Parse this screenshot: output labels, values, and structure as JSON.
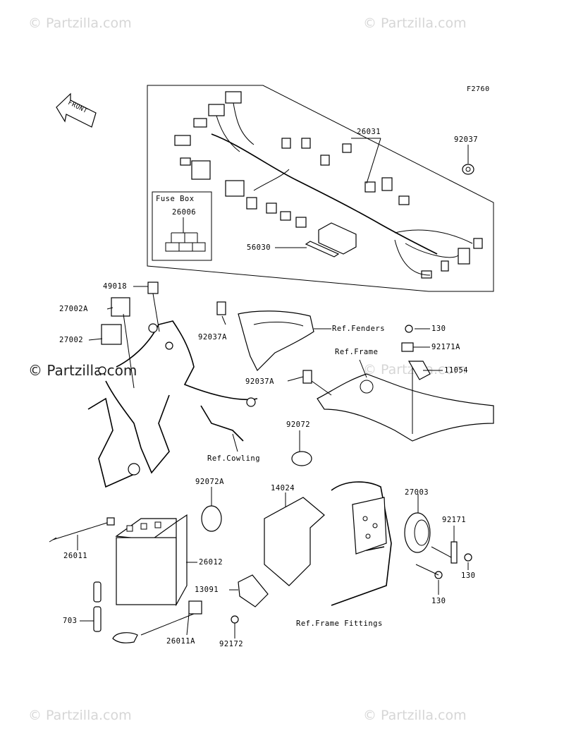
{
  "figure_id": "F2760",
  "front_label": "FRONT",
  "watermarks": {
    "light": "© Partzilla.com",
    "dark": "© Partzilla.com"
  },
  "fuse_box": {
    "title": "Fuse Box",
    "part": "26006"
  },
  "labels": {
    "p26031": "26031",
    "p92037": "92037",
    "p56030": "56030",
    "p49018": "49018",
    "p27002A": "27002A",
    "p27002": "27002",
    "p92037A_1": "92037A",
    "ref_fenders": "Ref.Fenders",
    "p130_1": "130",
    "ref_frame": "Ref.Frame",
    "p92171A": "92171A",
    "p11054": "11054",
    "p92037A_2": "92037A",
    "p92072": "92072",
    "ref_cowling": "Ref.Cowling",
    "p92072A": "92072A",
    "p14024": "14024",
    "p27003": "27003",
    "p92171": "92171",
    "p26011": "26011",
    "p26012": "26012",
    "p130_2": "130",
    "p13091": "13091",
    "p130_3": "130",
    "p703": "703",
    "ref_frame_fittings": "Ref.Frame Fittings",
    "p26011A": "26011A",
    "p92172": "92172"
  }
}
